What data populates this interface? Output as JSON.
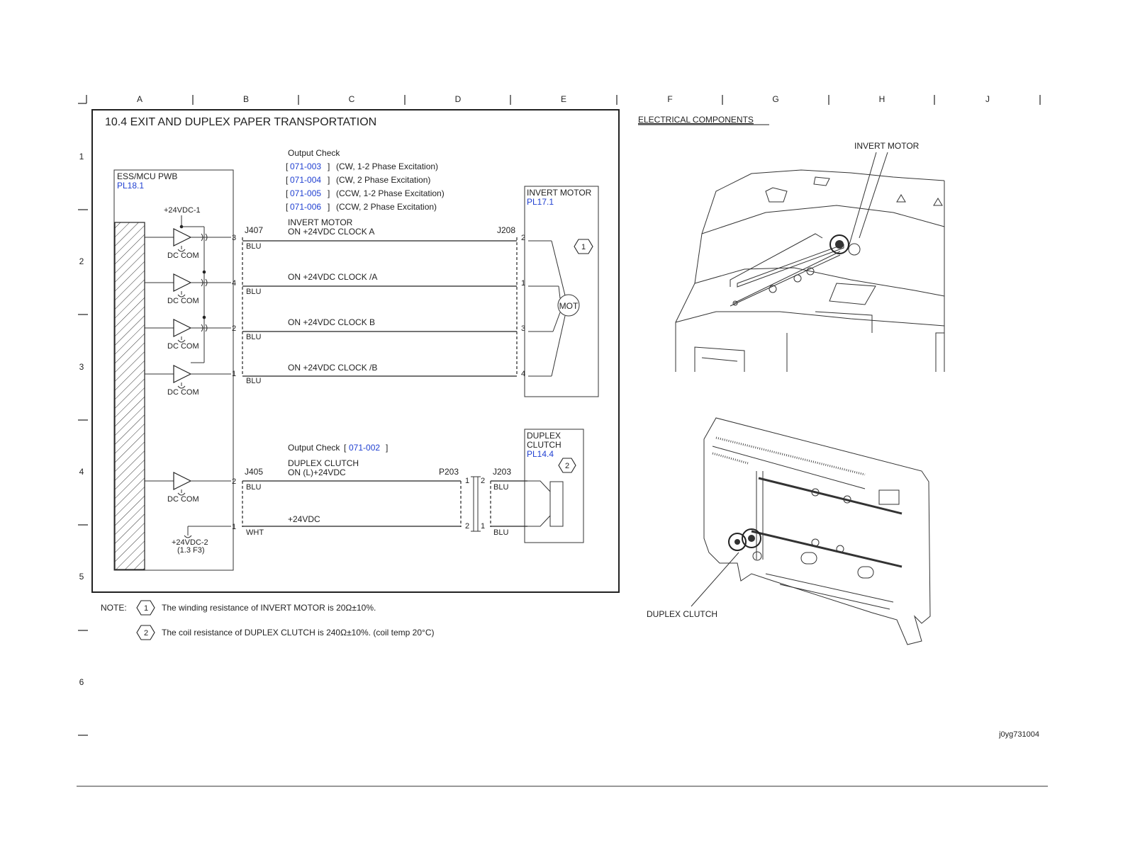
{
  "grid": {
    "columns": [
      "A",
      "B",
      "C",
      "D",
      "E",
      "F",
      "G",
      "H",
      "J"
    ],
    "rows": [
      "1",
      "2",
      "3",
      "4",
      "5",
      "6"
    ]
  },
  "diagram": {
    "title": "10.4 EXIT AND DUPLEX PAPER TRANSPORTATION",
    "ess": {
      "label": "ESS/MCU PWB",
      "ref": "PL18.1"
    },
    "power1": "+24VDC-1",
    "power2": "+24VDC-2",
    "power2_ref": "(1.3 F3)",
    "dc_com": "DC COM",
    "invert_output": {
      "heading": "Output Check",
      "codes": [
        {
          "code": "071-003",
          "desc": "(CW, 1-2 Phase Excitation)"
        },
        {
          "code": "071-004",
          "desc": "(CW, 2 Phase Excitation)"
        },
        {
          "code": "071-005",
          "desc": "(CCW, 1-2 Phase Excitation)"
        },
        {
          "code": "071-006",
          "desc": "(CCW, 2 Phase Excitation)"
        }
      ]
    },
    "invert_motor": {
      "label": "INVERT MOTOR",
      "ref": "PL17.1",
      "mot": "MOT",
      "note_num": "1"
    },
    "j407": "J407",
    "j208": "J208",
    "invert_signals": [
      {
        "label": "INVERT MOTOR",
        "label2": "ON +24VDC CLOCK A",
        "pin_l": "3",
        "pin_r": "2",
        "wire": "BLU"
      },
      {
        "label": "",
        "label2": "ON +24VDC CLOCK /A",
        "pin_l": "4",
        "pin_r": "1",
        "wire": "BLU"
      },
      {
        "label": "",
        "label2": "ON +24VDC CLOCK B",
        "pin_l": "2",
        "pin_r": "3",
        "wire": "BLU"
      },
      {
        "label": "",
        "label2": "ON +24VDC CLOCK /B",
        "pin_l": "1",
        "pin_r": "4",
        "wire": "BLU"
      }
    ],
    "duplex_output": {
      "heading": "Output Check",
      "code": "071-002"
    },
    "duplex_clutch": {
      "label1": "DUPLEX",
      "label2": "CLUTCH",
      "ref": "PL14.4",
      "note_num": "2"
    },
    "j405": "J405",
    "p203": "P203",
    "j203": "J203",
    "duplex_signals": [
      {
        "label": "DUPLEX CLUTCH",
        "label2": "ON (L)+24VDC",
        "pin_l": "2",
        "pin_p": "1",
        "pin_j": "2",
        "wire_l": "BLU",
        "wire_r": "BLU"
      },
      {
        "label": "",
        "label2": "+24VDC",
        "pin_l": "1",
        "pin_p": "2",
        "pin_j": "1",
        "wire_l": "WHT",
        "wire_r": "BLU"
      }
    ]
  },
  "notes": {
    "label": "NOTE:",
    "items": [
      {
        "num": "1",
        "text": "The winding resistance of INVERT MOTOR is 20Ω±10%."
      },
      {
        "num": "2",
        "text": "The coil resistance of DUPLEX CLUTCH is 240Ω±10%. (coil temp 20°C)"
      }
    ]
  },
  "components": {
    "heading": "ELECTRICAL COMPONENTS",
    "invert_motor_label": "INVERT MOTOR",
    "duplex_clutch_label": "DUPLEX CLUTCH"
  },
  "figure_id": "j0yg731004"
}
